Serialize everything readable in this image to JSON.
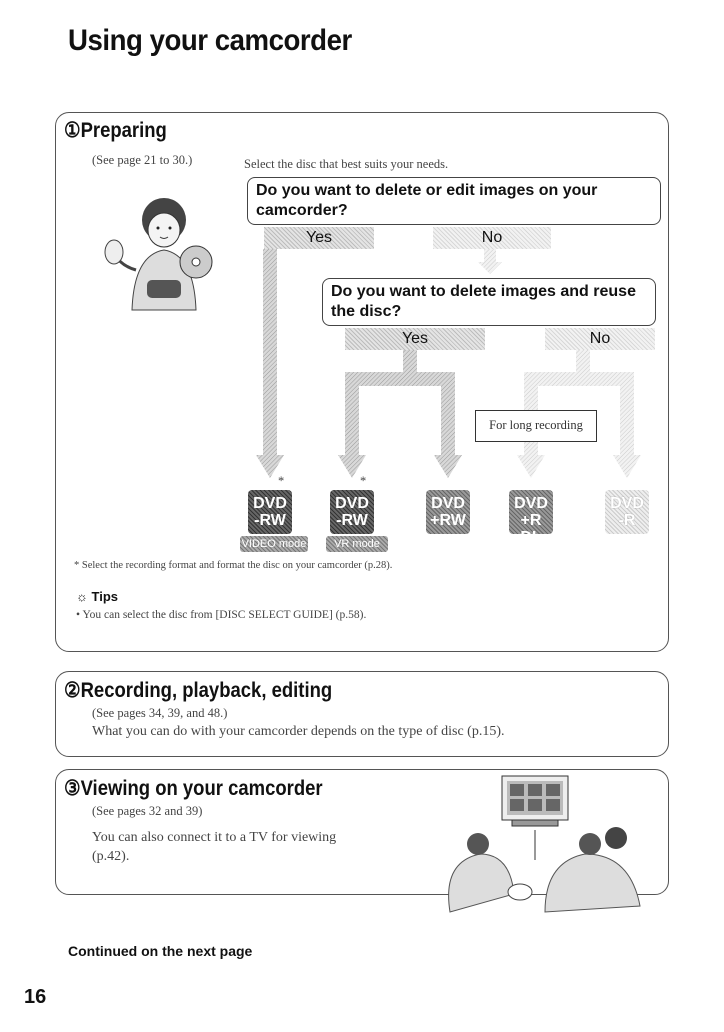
{
  "page_title": "Using your camcorder",
  "section1": {
    "number": "①",
    "title": "Preparing",
    "ref": "(See page 21 to 30.)",
    "instruction": "Select the disc that best suits your needs.",
    "q1": "Do you want to delete or edit images on your camcorder?",
    "q1_yes": "Yes",
    "q1_no": "No",
    "q2": "Do you want to delete images and reuse the disc?",
    "q2_yes": "Yes",
    "q2_no": "No",
    "long_recording": "For long recording",
    "discs": [
      {
        "line1": "DVD",
        "line2": "-RW"
      },
      {
        "line1": "DVD",
        "line2": "-RW"
      },
      {
        "line1": "DVD",
        "line2": "+RW"
      },
      {
        "line1": "DVD",
        "line2": "+R DL"
      },
      {
        "line1": "DVD",
        "line2": "-R"
      }
    ],
    "badge1": "VIDEO mode",
    "badge2": "VR mode",
    "asterisk": "*",
    "footnote": "* Select the recording format and format the disc on your camcorder (p.28).",
    "tips_label": "Tips",
    "tip1": "• You can select the disc from [DISC SELECT GUIDE] (p.58)."
  },
  "section2": {
    "number": "②",
    "title": "Recording, playback, editing",
    "ref": "(See pages 34, 39, and 48.)",
    "text": "What you can do with your camcorder depends on the type of disc (p.15)."
  },
  "section3": {
    "number": "③",
    "title": "Viewing on your camcorder",
    "ref": "(See pages 32 and 39)",
    "text1": "You can also connect it to a TV for viewing",
    "text2": "(p.42)."
  },
  "footer": "Continued on the next page",
  "page_number": "16"
}
